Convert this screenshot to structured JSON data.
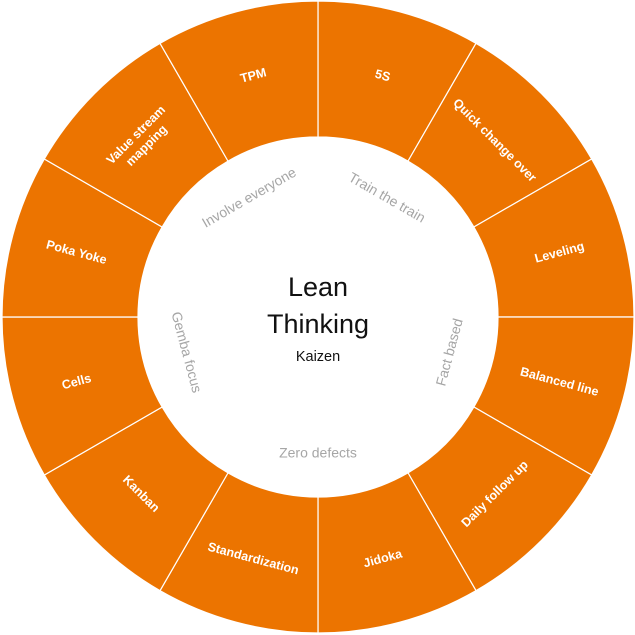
{
  "center": {
    "title_line1": "Lean",
    "title_line2": "Thinking",
    "subtitle": "Kaizen"
  },
  "segments": [
    {
      "lines": [
        "5S"
      ]
    },
    {
      "lines": [
        "Quick change over"
      ]
    },
    {
      "lines": [
        "Leveling"
      ]
    },
    {
      "lines": [
        "Balanced line"
      ]
    },
    {
      "lines": [
        "Daily follow up"
      ]
    },
    {
      "lines": [
        "Jidoka"
      ]
    },
    {
      "lines": [
        "Standardization"
      ]
    },
    {
      "lines": [
        "Kanban"
      ]
    },
    {
      "lines": [
        "Cells"
      ]
    },
    {
      "lines": [
        "Poka Yoke"
      ]
    },
    {
      "lines": [
        "Value stream",
        "mapping"
      ]
    },
    {
      "lines": [
        "TPM"
      ]
    }
  ],
  "inner_labels": [
    {
      "text": "Involve everyone"
    },
    {
      "text": "Train the train"
    },
    {
      "text": "Fact based"
    },
    {
      "text": "Zero defects"
    },
    {
      "text": "Gemba focus"
    }
  ],
  "colors": {
    "segment": "#ec7400",
    "divider": "#ffffff",
    "inner_text": "#a6a6a6"
  }
}
